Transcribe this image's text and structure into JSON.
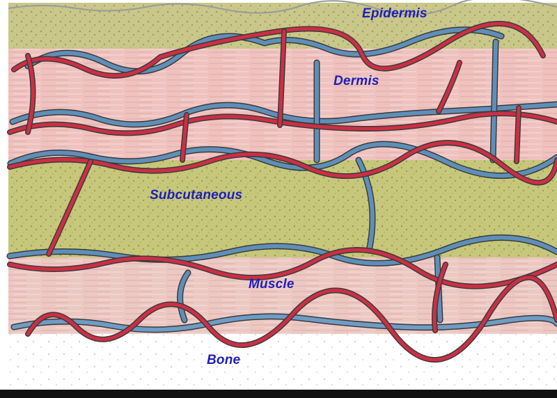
{
  "labels": {
    "epidermis": "Epidermis",
    "dermis": "Dermis",
    "subcutaneous": "Subcutaneous",
    "muscle": "Muscle",
    "bone": "Bone"
  },
  "colors": {
    "label_text": "#1f1fb8",
    "epidermis": "#c9c78a",
    "dermis": "#efc2bf",
    "subcutaneous": "#c6c77a",
    "muscle": "#ecc8c3",
    "bone": "#ffffff",
    "artery": "#cc2f45",
    "vein": "#5f8fb8",
    "outline": "#3a3a3a"
  }
}
